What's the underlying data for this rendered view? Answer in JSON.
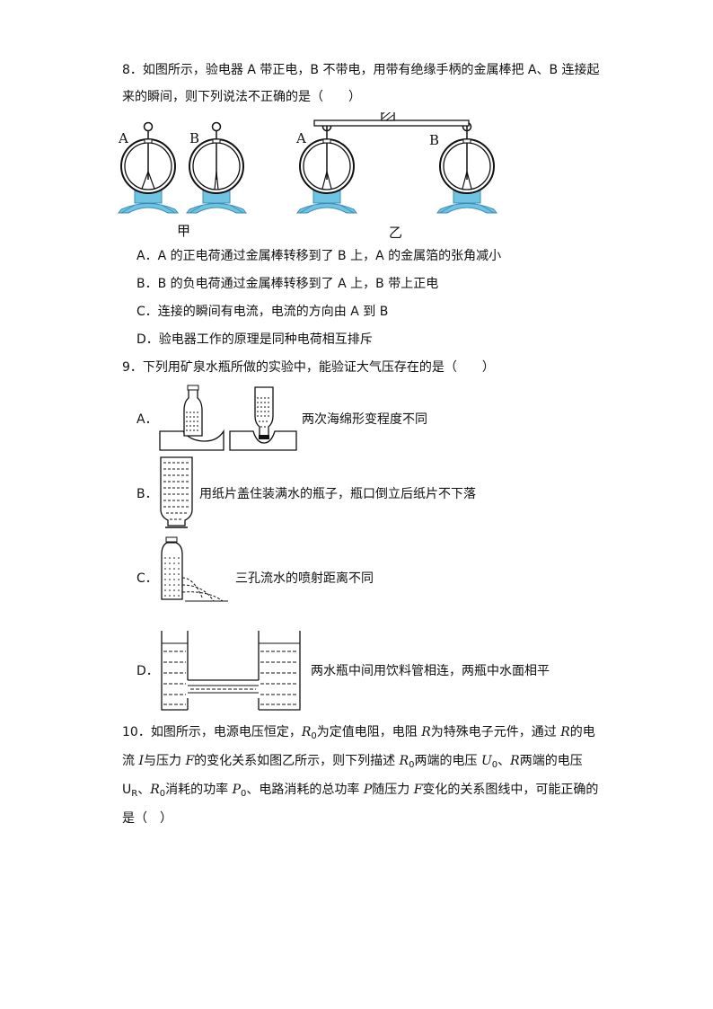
{
  "q8": {
    "line1": "8．如图所示，验电器 A 带正电，B 不带电，用带有绝缘手柄的金属棒把 A、B 连接起",
    "line2": "来的瞬间，则下列说法不正确的是（　　）",
    "fig": {
      "label_a": "A",
      "label_b": "B",
      "caption_jia": "甲",
      "caption_yi": "乙"
    },
    "options": [
      "A．A 的正电荷通过金属棒转移到了 B 上，A 的金属箔的张角减小",
      "B．B 的负电荷通过金属棒转移到了 A 上，B 带上正电",
      "C．连接的瞬间有电流，电流的方向由 A 到 B",
      "D．验电器工作的原理是同种电荷相互排斥"
    ]
  },
  "q9": {
    "stem": "9．下列用矿泉水瓶所做的实验中，能验证大气压存在的是（　　）",
    "options": [
      {
        "letter": "A．",
        "text": "两次海绵形变程度不同"
      },
      {
        "letter": "B．",
        "text": "用纸片盖住装满水的瓶子，瓶口倒立后纸片不下落"
      },
      {
        "letter": "C．",
        "text": "三孔流水的喷射距离不同"
      },
      {
        "letter": "D．",
        "text": "两水瓶中间用饮料管相连，两瓶中水面相平"
      }
    ]
  },
  "q10": {
    "p1": "10．如图所示，电源电压恒定，",
    "r0": "R",
    "sub0": "0",
    "p2": "为定值电阻，电阻 ",
    "r": "R",
    "p3": "为特殊电子元件，通过 ",
    "r_b": "R",
    "p4": "的电",
    "l2a": "流 ",
    "i": "I",
    "l2b": "与压力 ",
    "f": "F",
    "l2c": "的变化关系如图乙所示，则下列描述 ",
    "l2r0": "R",
    "l2sub0": "0",
    "l2d": "两端的电压 ",
    "u": "U",
    "l2usub": "0",
    "l2e": "、",
    "l2r": "R",
    "l2f": "两端的电压",
    "l3a": "U",
    "l3asub": "R",
    "l3b": "、",
    "l3r0": "R",
    "l3r0sub": "0",
    "l3c": "消耗的功率 ",
    "l3p": "P",
    "l3psub": "0",
    "l3d": "、电路消耗的总功率 ",
    "l3pp": "P",
    "l3e": "随压力 ",
    "l3f": "F",
    "l3g": "变化的关系图线中，可能正确的",
    "line4": "是（　）"
  }
}
